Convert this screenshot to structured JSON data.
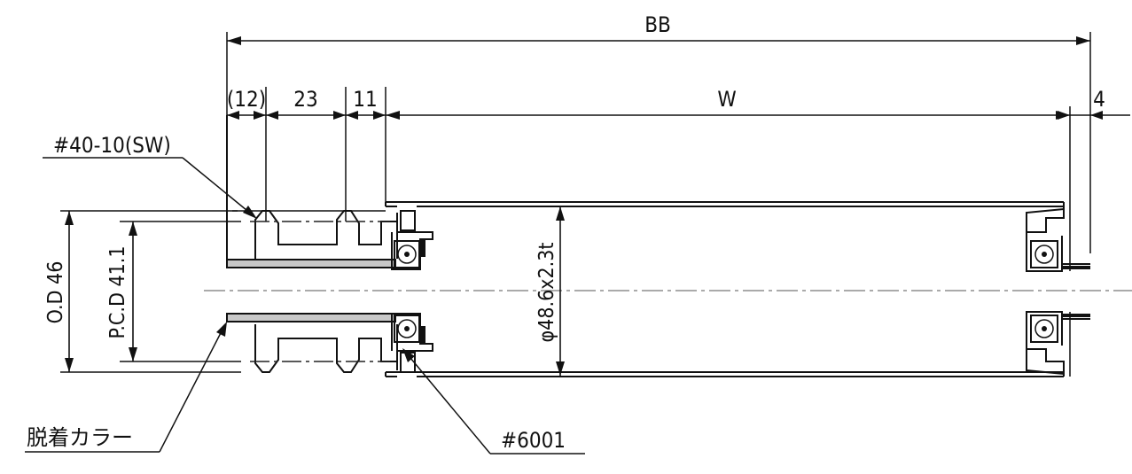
{
  "dimensions": {
    "overall": "BB",
    "d12": "(12)",
    "d23": "23",
    "d11": "11",
    "width": "W",
    "d4": "4"
  },
  "callouts": {
    "sprocket": "#40-10(SW)",
    "collar": "脱着カラー",
    "bearing": "#6001"
  },
  "vertical_dims": {
    "od": "O.D 46",
    "pcd": "P.C.D 41.1",
    "tube": "φ48.6x2.3t"
  }
}
